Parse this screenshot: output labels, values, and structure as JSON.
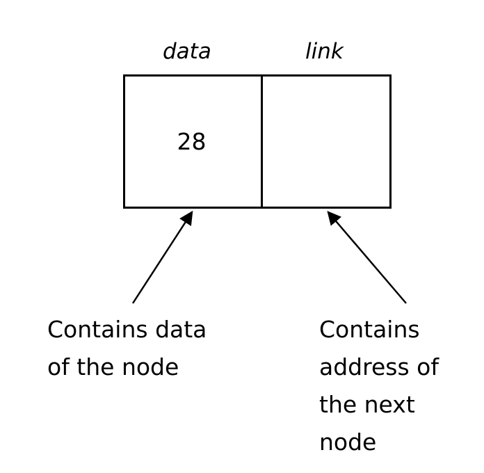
{
  "headers": {
    "data": "data",
    "link": "link"
  },
  "node": {
    "data_value": "28",
    "link_value": ""
  },
  "captions": {
    "left": [
      "Contains data",
      "of the node"
    ],
    "right": [
      "Contains",
      "address of",
      "the next",
      "node"
    ]
  }
}
